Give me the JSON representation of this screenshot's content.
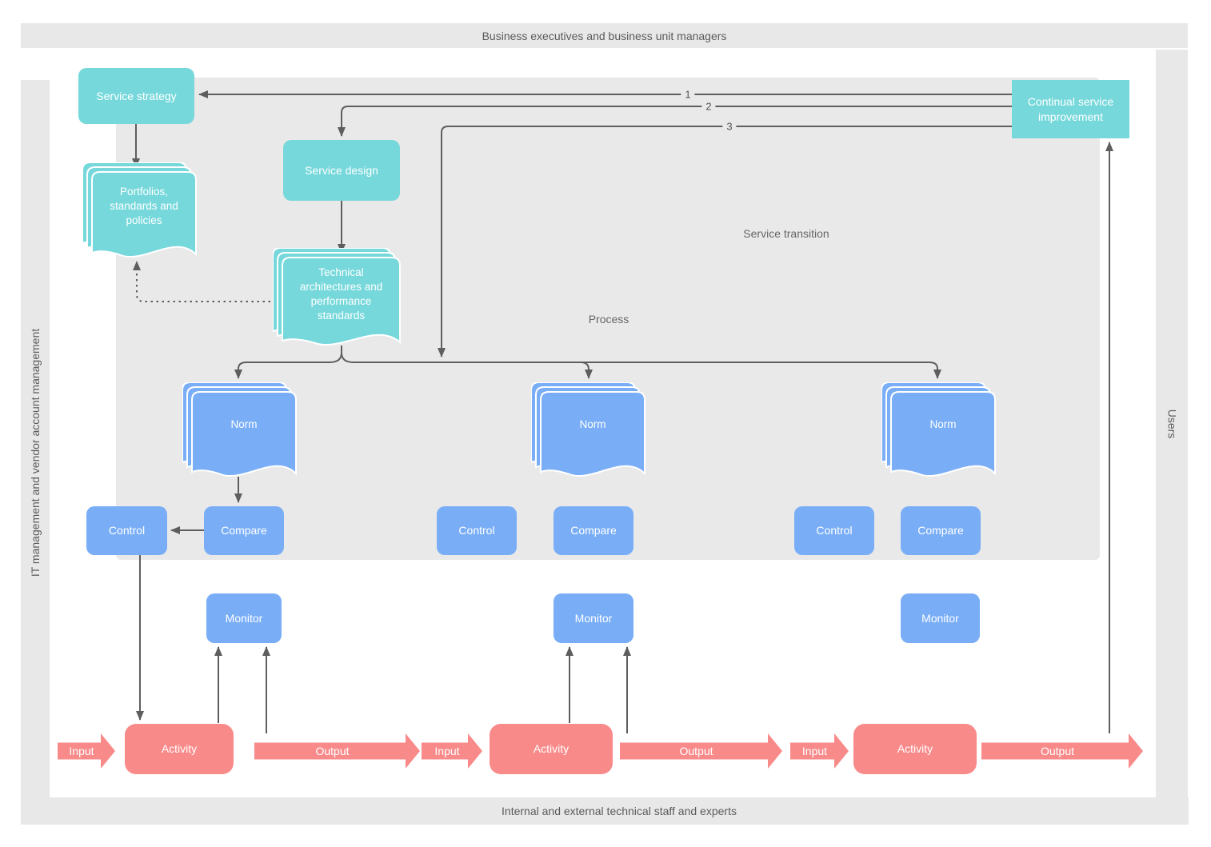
{
  "lanes": {
    "top": "Business executives and business unit managers",
    "bottom": "Internal and external technical staff and experts",
    "left": "IT management and vendor account management",
    "right": "Users"
  },
  "regions": {
    "service_transition": "Service transition",
    "process": "Process"
  },
  "nodes": {
    "service_strategy": "Service strategy",
    "service_design": "Service design",
    "continual_service_improvement": "Continual service improvement",
    "portfolios": "Portfolios, standards and policies",
    "technical_architectures": "Technical architectures and performance standards",
    "norm": "Norm",
    "control": "Control",
    "compare": "Compare",
    "monitor": "Monitor",
    "activity": "Activity",
    "input_label": "Input",
    "output_label": "Output"
  },
  "connectors": {
    "label_1": "1",
    "label_2": "2",
    "label_3": "3"
  },
  "colors": {
    "teal": "#76d8db",
    "blue": "#79aef7",
    "salmon": "#f98a8a",
    "line_gray": "#5e5e5e",
    "lane_gray": "#e8e8e8"
  }
}
